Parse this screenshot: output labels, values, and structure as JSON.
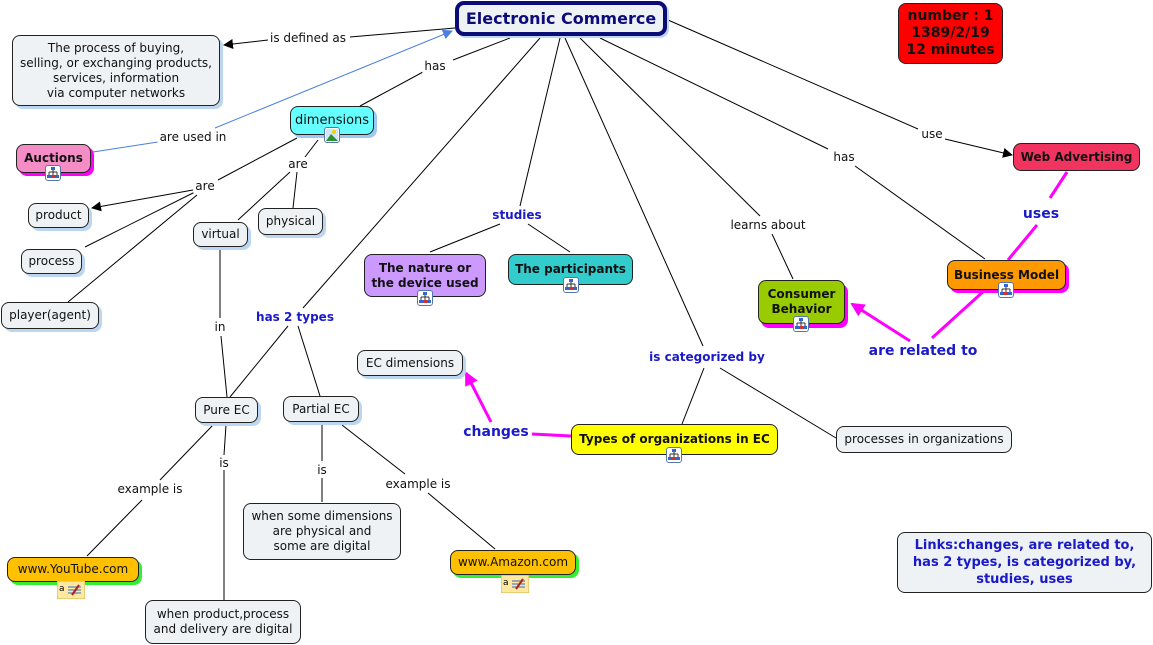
{
  "colors": {
    "accent_link": "#ff00ff",
    "link_blue_text": "#1a1ac8",
    "default_link": "#000000",
    "used_in_link": "#4a7fe0"
  },
  "concepts": {
    "root": "Electronic Commerce",
    "definition": [
      "The process of buying,",
      "selling, or exchanging products,",
      "services, information",
      "via computer networks"
    ],
    "info_box": [
      "number : 1",
      "1389/2/19",
      "12 minutes"
    ],
    "auctions": "Auctions",
    "dimensions": "dimensions",
    "product": "product",
    "process": "process",
    "player": "player(agent)",
    "virtual": "virtual",
    "physical": "physical",
    "nature_device": [
      "The nature or",
      "the device used"
    ],
    "participants": "The participants",
    "consumer_behavior": [
      "Consumer",
      "Behavior"
    ],
    "web_advertising": "Web Advertising",
    "business_model": "Business Model",
    "ec_dimensions": "EC dimensions",
    "pure_ec": "Pure EC",
    "partial_ec": "Partial EC",
    "types_org": "Types of organizations in EC",
    "processes_org": "processes in organizations",
    "partial_desc": [
      "when some dimensions",
      "are physical and",
      "some are digital"
    ],
    "pure_desc": [
      "when product,process",
      "and delivery are digital"
    ],
    "youtube": "www.YouTube.com",
    "amazon": "www.Amazon.com",
    "links_note": [
      "Links:changes, are related to,",
      "has 2 types, is categorized by,",
      "studies, uses"
    ]
  },
  "link_labels": {
    "is_defined_as": "is defined as",
    "has_dimensions": "has",
    "are_used_in": "are used in",
    "are_left": "are",
    "are_right": "are",
    "studies": "studies",
    "has_2_types": "has 2 types",
    "in": "in",
    "is_categorized_by": "is categorized by",
    "learns_about": "learns about",
    "has_bm": "has",
    "use": "use",
    "uses": "uses",
    "are_related_to": "are related to",
    "changes": "changes",
    "example_is_pure": "example is",
    "is_pure": "is",
    "is_partial": "is",
    "example_is_partial": "example is"
  },
  "icons": {
    "submap": "concept-map-icon",
    "image": "image-icon",
    "annotation": "annotation-note-icon"
  }
}
